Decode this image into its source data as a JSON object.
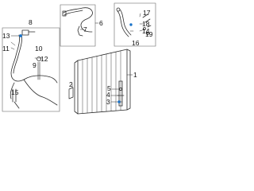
{
  "colors": {
    "line": "#2b2b2b",
    "frame": "#8c8c8c",
    "highlight": "#1a73c9",
    "background": "#ffffff"
  },
  "callouts": {
    "c1": "1",
    "c2": "2",
    "c3": "3",
    "c4": "4",
    "c5": "5",
    "c6": "6",
    "c7": "7",
    "c8": "8",
    "c9": "9",
    "c10": "10",
    "c11": "11",
    "c12": "12",
    "c13": "13",
    "c14": "14",
    "c15": "15",
    "c16": "16",
    "c17": "17",
    "c18": "18",
    "c19": "19"
  }
}
